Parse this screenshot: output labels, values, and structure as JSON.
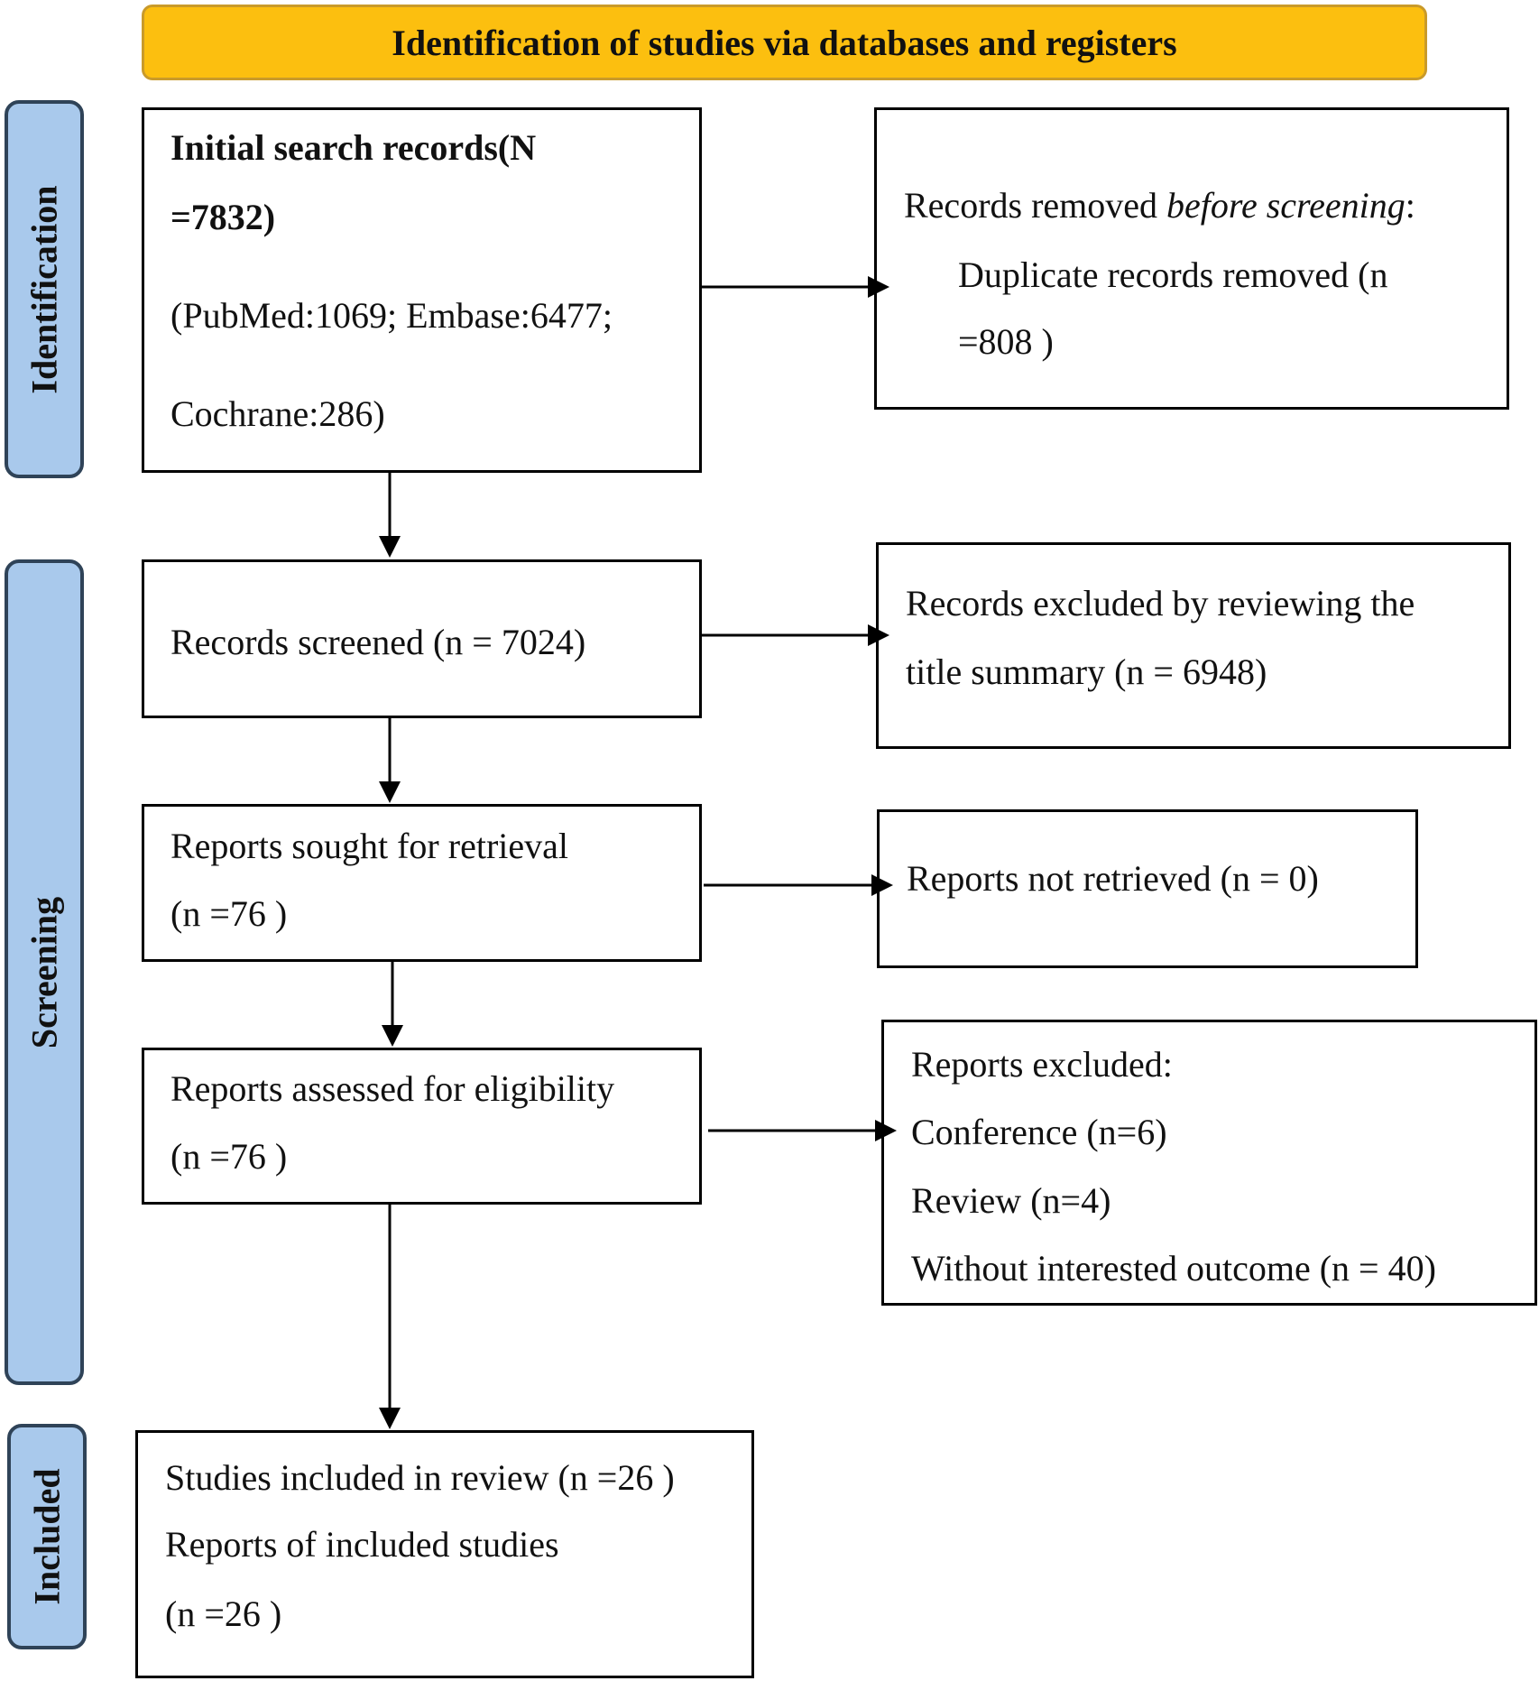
{
  "header": {
    "title": "Identification of studies via databases and registers",
    "color": "#fcbf0f"
  },
  "stages": {
    "identification": "Identification",
    "screening": "Screening",
    "included": "Included",
    "color": "#a9c9ec"
  },
  "boxes": {
    "initial_search": {
      "line1": "Initial search records(N",
      "line2": "=7832)",
      "line3": "(PubMed:1069; Embase:6477;",
      "line4": "Cochrane:286)"
    },
    "removed_before_screening": {
      "line1_prefix": "Records removed ",
      "line1_italic": "before screening",
      "line1_suffix": ":",
      "line2": "Duplicate records removed  (n",
      "line3": "=808 )"
    },
    "records_screened": {
      "line1": "Records screened (n = 7024)"
    },
    "records_excluded": {
      "line1": "Records excluded by reviewing the",
      "line2": "title summary (n = 6948)"
    },
    "reports_sought": {
      "line1": "Reports sought for retrieval",
      "line2": "(n =76 )"
    },
    "reports_not_retrieved": {
      "line1": "Reports not retrieved (n = 0)"
    },
    "reports_assessed": {
      "line1": "Reports assessed for eligibility",
      "line2": "(n =76 )"
    },
    "reports_excluded": {
      "line1": "Reports excluded:",
      "line2": "Conference (n=6)",
      "line3": "Review (n=4)",
      "line4": "Without interested outcome (n = 40)"
    },
    "studies_included": {
      "line1": "Studies included in review (n =26 )",
      "line2": "Reports of included studies",
      "line3": "(n =26 )"
    }
  }
}
